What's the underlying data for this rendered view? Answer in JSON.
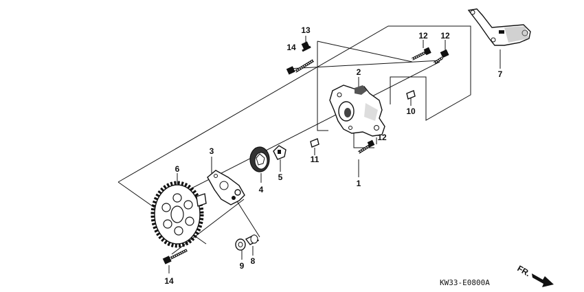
{
  "callouts": {
    "p1": "1",
    "p2": "2",
    "p3": "3",
    "p4": "4",
    "p5": "5",
    "p6": "6",
    "p7": "7",
    "p8": "8",
    "p9": "9",
    "p10": "10",
    "p11": "11",
    "p12a": "12",
    "p12b": "12",
    "p12c": "12",
    "p13": "13",
    "p14a": "14",
    "p14b": "14"
  },
  "direction_label": "FR.",
  "diagram_code": "KW33-E0800A",
  "colors": {
    "ink": "#111111",
    "background": "#ffffff"
  }
}
